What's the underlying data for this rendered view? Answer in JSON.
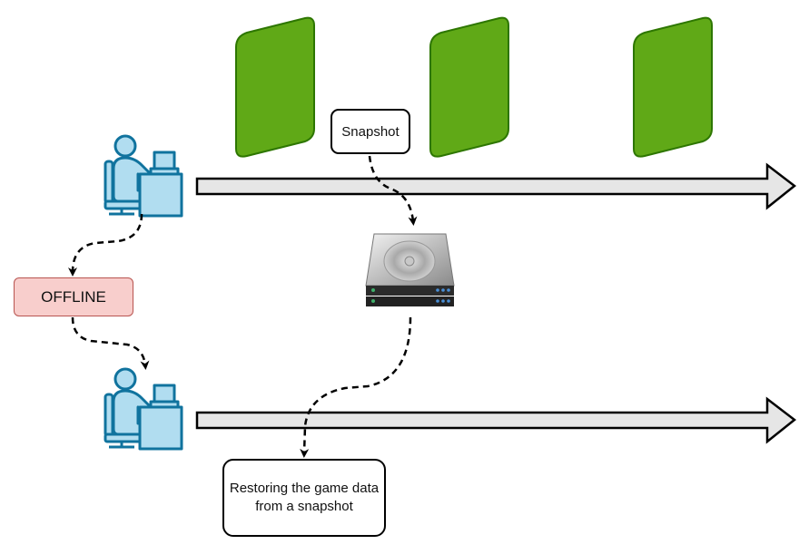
{
  "diagram": {
    "labels": {
      "snapshot": "Snapshot",
      "offline": "OFFLINE",
      "restore": "Restoring the game data from a snapshot"
    },
    "actors": [
      {
        "name": "player-at-computer",
        "role": "online player"
      },
      {
        "name": "player-at-computer",
        "role": "restored player"
      }
    ],
    "timelines": [
      "game-timeline-online",
      "game-timeline-restored"
    ],
    "game_states": 3,
    "storage_icon": "hard-drive-icon",
    "colors": {
      "card_fill": "#60a917",
      "card_stroke": "#2d7600",
      "person_fill": "#b1ddf0",
      "person_stroke": "#10739e",
      "offline_fill": "#f8cecc",
      "offline_stroke": "#b85450",
      "arrow_fill": "#e6e6e6"
    }
  }
}
